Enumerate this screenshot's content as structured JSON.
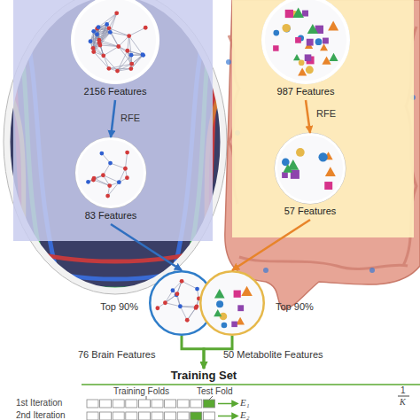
{
  "diagram": {
    "nodes": [
      {
        "text": [
          "2156 Features"
        ]
      },
      {
        "text": [
          "83 Features"
        ]
      },
      {
        "text": [
          "987 Features"
        ]
      },
      {
        "text": [
          "57 Features"
        ]
      },
      {
        "text": [
          "Top 90%"
        ]
      },
      {
        "text": [
          "Top 90%"
        ]
      },
      {
        "text": [
          "Training Set"
        ]
      }
    ],
    "edges": [
      {
        "from": 0,
        "to": 1,
        "label": "RFE",
        "arrow": "to"
      },
      {
        "from": 2,
        "to": 3,
        "label": "RFE",
        "arrow": "to"
      },
      {
        "from": 1,
        "to": 4,
        "arrow": "to"
      },
      {
        "from": 3,
        "to": 5,
        "arrow": "to"
      },
      {
        "from": 4,
        "to": 6,
        "label": "76 Brain Features",
        "arrow": "to"
      },
      {
        "from": 5,
        "to": 6,
        "label": "50 Metabolite Features",
        "arrow": "to"
      }
    ],
    "labels": [
      "Training Folds",
      "Test Fold",
      "1st Iteration",
      "E₁",
      "2nd Iteration",
      "E₂",
      "1",
      "K"
    ]
  }
}
